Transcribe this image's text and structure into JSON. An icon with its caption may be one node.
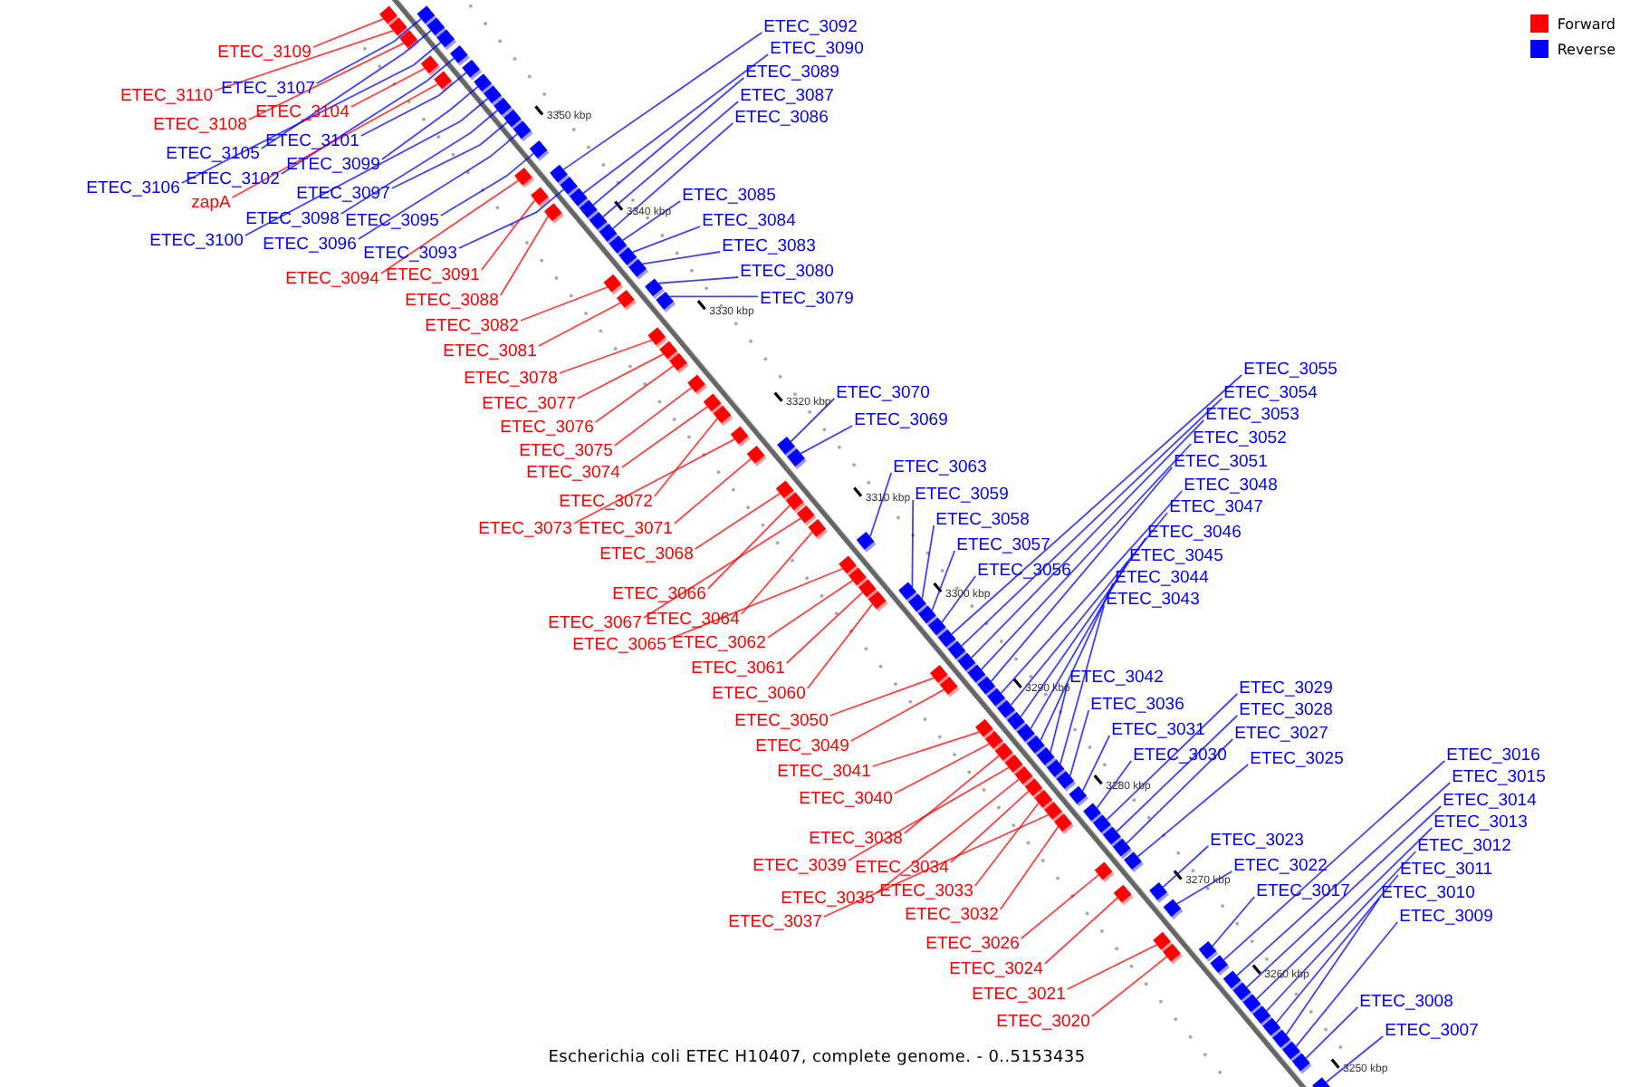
{
  "diagram": {
    "caption": "Escherichia coli ETEC H10407, complete genome. - 0..5153435",
    "nodes": [
      {
        "text": [
          "ETEC_3109"
        ]
      },
      {
        "text": [
          "ETEC_3107"
        ]
      },
      {
        "text": [
          "ETEC_3110"
        ]
      },
      {
        "text": [
          "ETEC_3104"
        ]
      },
      {
        "text": [
          "ETEC_3108"
        ]
      },
      {
        "text": [
          "ETEC_3101"
        ]
      },
      {
        "text": [
          "ETEC_3105"
        ]
      },
      {
        "text": [
          "ETEC_3099"
        ]
      },
      {
        "text": [
          "ETEC_3102"
        ]
      },
      {
        "text": [
          "ETEC_3106"
        ]
      },
      {
        "text": [
          "ETEC_3097"
        ]
      },
      {
        "text": [
          "zapA"
        ]
      },
      {
        "text": [
          "ETEC_3098"
        ]
      },
      {
        "text": [
          "ETEC_3095"
        ]
      },
      {
        "text": [
          "ETEC_3100"
        ]
      },
      {
        "text": [
          "ETEC_3096"
        ]
      },
      {
        "text": [
          "ETEC_3093"
        ]
      },
      {
        "text": [
          "ETEC_3091"
        ]
      },
      {
        "text": [
          "ETEC_3094"
        ]
      },
      {
        "text": [
          "ETEC_3088"
        ]
      },
      {
        "text": [
          "ETEC_3082"
        ]
      },
      {
        "text": [
          "ETEC_3081"
        ]
      },
      {
        "text": [
          "ETEC_3092"
        ]
      },
      {
        "text": [
          "ETEC_3090"
        ]
      },
      {
        "text": [
          "ETEC_3089"
        ]
      },
      {
        "text": [
          "ETEC_3087"
        ]
      },
      {
        "text": [
          "ETEC_3086"
        ]
      },
      {
        "text": [
          "ETEC_3085"
        ]
      },
      {
        "text": [
          "ETEC_3084"
        ]
      },
      {
        "text": [
          "ETEC_3083"
        ]
      },
      {
        "text": [
          "ETEC_3080"
        ]
      },
      {
        "text": [
          "ETEC_3079"
        ]
      },
      {
        "text": [
          "ETEC_3078"
        ]
      },
      {
        "text": [
          "ETEC_3077"
        ]
      },
      {
        "text": [
          "ETEC_3076"
        ]
      },
      {
        "text": [
          "ETEC_3075"
        ]
      },
      {
        "text": [
          "ETEC_3074"
        ]
      },
      {
        "text": [
          "ETEC_3072"
        ]
      },
      {
        "text": [
          "ETEC_3073"
        ]
      },
      {
        "text": [
          "ETEC_3071"
        ]
      },
      {
        "text": [
          "ETEC_3068"
        ]
      },
      {
        "text": [
          "ETEC_3066"
        ]
      },
      {
        "text": [
          "ETEC_3067"
        ]
      },
      {
        "text": [
          "ETEC_3064"
        ]
      },
      {
        "text": [
          "ETEC_3065"
        ]
      },
      {
        "text": [
          "ETEC_3062"
        ]
      },
      {
        "text": [
          "ETEC_3061"
        ]
      },
      {
        "text": [
          "ETEC_3060"
        ]
      },
      {
        "text": [
          "ETEC_3070"
        ]
      },
      {
        "text": [
          "ETEC_3069"
        ]
      },
      {
        "text": [
          "ETEC_3063"
        ]
      },
      {
        "text": [
          "ETEC_3059"
        ]
      },
      {
        "text": [
          "ETEC_3058"
        ]
      },
      {
        "text": [
          "ETEC_3057"
        ]
      },
      {
        "text": [
          "ETEC_3056"
        ]
      },
      {
        "text": [
          "ETEC_3055"
        ]
      },
      {
        "text": [
          "ETEC_3054"
        ]
      },
      {
        "text": [
          "ETEC_3053"
        ]
      },
      {
        "text": [
          "ETEC_3052"
        ]
      },
      {
        "text": [
          "ETEC_3051"
        ]
      },
      {
        "text": [
          "ETEC_3048"
        ]
      },
      {
        "text": [
          "ETEC_3047"
        ]
      },
      {
        "text": [
          "ETEC_3046"
        ]
      },
      {
        "text": [
          "ETEC_3045"
        ]
      },
      {
        "text": [
          "ETEC_3044"
        ]
      },
      {
        "text": [
          "ETEC_3043"
        ]
      },
      {
        "text": [
          "ETEC_3042"
        ]
      },
      {
        "text": [
          "ETEC_3036"
        ]
      },
      {
        "text": [
          "ETEC_3031"
        ]
      },
      {
        "text": [
          "ETEC_3030"
        ]
      },
      {
        "text": [
          "ETEC_3029"
        ]
      },
      {
        "text": [
          "ETEC_3028"
        ]
      },
      {
        "text": [
          "ETEC_3027"
        ]
      },
      {
        "text": [
          "ETEC_3025"
        ]
      },
      {
        "text": [
          "ETEC_3050"
        ]
      },
      {
        "text": [
          "ETEC_3049"
        ]
      },
      {
        "text": [
          "ETEC_3041"
        ]
      },
      {
        "text": [
          "ETEC_3040"
        ]
      },
      {
        "text": [
          "ETEC_3038"
        ]
      },
      {
        "text": [
          "ETEC_3039"
        ]
      },
      {
        "text": [
          "ETEC_3034"
        ]
      },
      {
        "text": [
          "ETEC_3035"
        ]
      },
      {
        "text": [
          "ETEC_3033"
        ]
      },
      {
        "text": [
          "ETEC_3037"
        ]
      },
      {
        "text": [
          "ETEC_3032"
        ]
      },
      {
        "text": [
          "ETEC_3026"
        ]
      },
      {
        "text": [
          "ETEC_3024"
        ]
      },
      {
        "text": [
          "ETEC_3021"
        ]
      },
      {
        "text": [
          "ETEC_3020"
        ]
      },
      {
        "text": [
          "ETEC_3023"
        ]
      },
      {
        "text": [
          "ETEC_3022"
        ]
      },
      {
        "text": [
          "ETEC_3017"
        ]
      },
      {
        "text": [
          "ETEC_3016"
        ]
      },
      {
        "text": [
          "ETEC_3015"
        ]
      },
      {
        "text": [
          "ETEC_3014"
        ]
      },
      {
        "text": [
          "ETEC_3013"
        ]
      },
      {
        "text": [
          "ETEC_3012"
        ]
      },
      {
        "text": [
          "ETEC_3011"
        ]
      },
      {
        "text": [
          "ETEC_3010"
        ]
      },
      {
        "text": [
          "ETEC_3009"
        ]
      },
      {
        "text": [
          "ETEC_3008"
        ]
      },
      {
        "text": [
          "ETEC_3007"
        ]
      },
      {
        "text": [],
        "shape": "box"
      },
      {
        "text": [],
        "shape": "box"
      },
      {
        "text": [],
        "shape": "box"
      },
      {
        "text": [],
        "shape": "box"
      },
      {
        "text": [],
        "shape": "box"
      },
      {
        "text": [],
        "shape": "box"
      },
      {
        "text": [],
        "shape": "box"
      },
      {
        "text": [],
        "shape": "box"
      },
      {
        "text": [],
        "shape": "box"
      },
      {
        "text": [],
        "shape": "box"
      },
      {
        "text": [],
        "shape": "box"
      },
      {
        "text": [],
        "shape": "box"
      },
      {
        "text": [],
        "shape": "box"
      },
      {
        "text": [],
        "shape": "box"
      },
      {
        "text": [],
        "shape": "box"
      },
      {
        "text": [],
        "shape": "box"
      },
      {
        "text": [],
        "shape": "box"
      },
      {
        "text": [],
        "shape": "box"
      },
      {
        "text": [],
        "shape": "box"
      },
      {
        "text": [],
        "shape": "box"
      },
      {
        "text": [],
        "shape": "box"
      },
      {
        "text": [],
        "shape": "box"
      },
      {
        "text": [],
        "shape": "box"
      },
      {
        "text": [],
        "shape": "box"
      },
      {
        "text": [],
        "shape": "box"
      },
      {
        "text": [],
        "shape": "box"
      },
      {
        "text": [],
        "shape": "box"
      },
      {
        "text": [],
        "shape": "box"
      },
      {
        "text": [],
        "shape": "box"
      },
      {
        "text": [],
        "shape": "box"
      },
      {
        "text": [],
        "shape": "box"
      },
      {
        "text": [],
        "shape": "box"
      },
      {
        "text": [],
        "shape": "box"
      },
      {
        "text": [],
        "shape": "box"
      },
      {
        "text": [],
        "shape": "box"
      },
      {
        "text": [],
        "shape": "box"
      },
      {
        "text": [],
        "shape": "box"
      },
      {
        "text": [],
        "shape": "box"
      },
      {
        "text": [],
        "shape": "box"
      },
      {
        "text": [],
        "shape": "box"
      },
      {
        "text": [],
        "shape": "box"
      },
      {
        "text": [],
        "shape": "box"
      },
      {
        "text": [],
        "shape": "box"
      },
      {
        "text": [],
        "shape": "box"
      },
      {
        "text": [],
        "shape": "box"
      },
      {
        "text": [],
        "shape": "box"
      },
      {
        "text": [],
        "shape": "box"
      },
      {
        "text": [],
        "shape": "box"
      },
      {
        "text": [],
        "shape": "box"
      },
      {
        "text": [],
        "shape": "box"
      },
      {
        "text": [],
        "shape": "box"
      },
      {
        "text": [],
        "shape": "box"
      },
      {
        "text": [],
        "shape": "box"
      },
      {
        "text": [],
        "shape": "box"
      },
      {
        "text": [],
        "shape": "box"
      },
      {
        "text": [],
        "shape": "box"
      },
      {
        "text": [],
        "shape": "box"
      },
      {
        "text": [],
        "shape": "box"
      },
      {
        "text": [],
        "shape": "box"
      },
      {
        "text": [],
        "shape": "box"
      },
      {
        "text": [],
        "shape": "box"
      },
      {
        "text": [],
        "shape": "box"
      },
      {
        "text": [],
        "shape": "box"
      },
      {
        "text": [],
        "shape": "box"
      },
      {
        "text": [],
        "shape": "box"
      },
      {
        "text": [],
        "shape": "box"
      },
      {
        "text": [],
        "shape": "box"
      },
      {
        "text": [],
        "shape": "box"
      },
      {
        "text": [],
        "shape": "box"
      },
      {
        "text": [],
        "shape": "box"
      },
      {
        "text": [],
        "shape": "box"
      },
      {
        "text": [],
        "shape": "box"
      },
      {
        "text": [],
        "shape": "box"
      },
      {
        "text": [],
        "shape": "box"
      },
      {
        "text": [],
        "shape": "box"
      },
      {
        "text": [],
        "shape": "box"
      },
      {
        "text": [],
        "shape": "box"
      },
      {
        "text": [],
        "shape": "box"
      },
      {
        "text": [],
        "shape": "box"
      },
      {
        "text": [],
        "shape": "box"
      },
      {
        "text": [],
        "shape": "box"
      },
      {
        "text": [],
        "shape": "box"
      },
      {
        "text": [],
        "shape": "box"
      },
      {
        "text": [],
        "shape": "box"
      },
      {
        "text": [],
        "shape": "box"
      },
      {
        "text": [],
        "shape": "box"
      },
      {
        "text": [],
        "shape": "box"
      },
      {
        "text": [],
        "shape": "box"
      },
      {
        "text": [],
        "shape": "box"
      },
      {
        "text": [],
        "shape": "box"
      },
      {
        "text": [],
        "shape": "box"
      },
      {
        "text": [],
        "shape": "box"
      },
      {
        "text": [],
        "shape": "box"
      },
      {
        "text": [],
        "shape": "box"
      },
      {
        "text": [],
        "shape": "box"
      },
      {
        "text": [],
        "shape": "box"
      },
      {
        "text": [],
        "shape": "box"
      },
      {
        "text": [],
        "shape": "box"
      },
      {
        "text": [],
        "shape": "box"
      },
      {
        "text": [],
        "shape": "box"
      },
      {
        "text": [],
        "shape": "box"
      },
      {
        "text": [],
        "shape": "box"
      }
    ],
    "edges": [
      {
        "from": 0,
        "to": 102,
        "arrow": "none",
        "color": "#ff0000"
      },
      {
        "from": 1,
        "to": 103,
        "arrow": "none"
      },
      {
        "from": 2,
        "to": 104,
        "arrow": "none",
        "color": "#ff0000"
      },
      {
        "from": 3,
        "to": 105,
        "arrow": "none",
        "color": "#ff0000"
      },
      {
        "from": 4,
        "to": 106,
        "arrow": "none",
        "color": "#ff0000"
      },
      {
        "from": 5,
        "to": 107,
        "arrow": "none"
      },
      {
        "from": 6,
        "to": 108,
        "arrow": "none"
      },
      {
        "from": 7,
        "to": 109,
        "arrow": "none"
      },
      {
        "from": 8,
        "to": 110,
        "arrow": "none"
      },
      {
        "from": 9,
        "to": 111,
        "arrow": "none"
      },
      {
        "from": 10,
        "to": 112,
        "arrow": "none"
      },
      {
        "from": 11,
        "to": 113,
        "arrow": "none",
        "color": "#ff0000"
      },
      {
        "from": 12,
        "to": 114,
        "arrow": "none"
      },
      {
        "from": 13,
        "to": 115,
        "arrow": "none"
      },
      {
        "from": 14,
        "to": 116,
        "arrow": "none"
      },
      {
        "from": 15,
        "to": 117,
        "arrow": "none"
      },
      {
        "from": 16,
        "to": 118,
        "arrow": "none"
      },
      {
        "from": 17,
        "to": 119,
        "arrow": "none",
        "color": "#ff0000"
      },
      {
        "from": 18,
        "to": 120,
        "arrow": "none",
        "color": "#ff0000"
      },
      {
        "from": 19,
        "to": 121,
        "arrow": "none",
        "color": "#ff0000"
      },
      {
        "from": 20,
        "to": 122,
        "arrow": "none",
        "color": "#ff0000"
      },
      {
        "from": 21,
        "to": 123,
        "arrow": "none",
        "color": "#ff0000"
      },
      {
        "from": 22,
        "to": 124,
        "arrow": "none"
      },
      {
        "from": 23,
        "to": 125,
        "arrow": "none"
      },
      {
        "from": 24,
        "to": 126,
        "arrow": "none"
      },
      {
        "from": 25,
        "to": 127,
        "arrow": "none"
      },
      {
        "from": 26,
        "to": 128,
        "arrow": "none"
      },
      {
        "from": 27,
        "to": 129,
        "arrow": "none"
      },
      {
        "from": 28,
        "to": 130,
        "arrow": "none"
      },
      {
        "from": 29,
        "to": 131,
        "arrow": "none"
      },
      {
        "from": 30,
        "to": 132,
        "arrow": "none"
      },
      {
        "from": 31,
        "to": 133,
        "arrow": "none"
      },
      {
        "from": 32,
        "to": 134,
        "arrow": "none",
        "color": "#ff0000"
      },
      {
        "from": 33,
        "to": 135,
        "arrow": "none",
        "color": "#ff0000"
      },
      {
        "from": 34,
        "to": 136,
        "arrow": "none",
        "color": "#ff0000"
      },
      {
        "from": 35,
        "to": 137,
        "arrow": "none",
        "color": "#ff0000"
      },
      {
        "from": 36,
        "to": 138,
        "arrow": "none",
        "color": "#ff0000"
      },
      {
        "from": 37,
        "to": 139,
        "arrow": "none",
        "color": "#ff0000"
      },
      {
        "from": 38,
        "to": 140,
        "arrow": "none",
        "color": "#ff0000"
      },
      {
        "from": 39,
        "to": 141,
        "arrow": "none",
        "color": "#ff0000"
      },
      {
        "from": 40,
        "to": 142,
        "arrow": "none",
        "color": "#ff0000"
      },
      {
        "from": 41,
        "to": 143,
        "arrow": "none",
        "color": "#ff0000"
      },
      {
        "from": 42,
        "to": 144,
        "arrow": "none",
        "color": "#ff0000"
      },
      {
        "from": 43,
        "to": 145,
        "arrow": "none",
        "color": "#ff0000"
      },
      {
        "from": 44,
        "to": 146,
        "arrow": "none",
        "color": "#ff0000"
      },
      {
        "from": 45,
        "to": 147,
        "arrow": "none",
        "color": "#ff0000"
      },
      {
        "from": 46,
        "to": 148,
        "arrow": "none",
        "color": "#ff0000"
      },
      {
        "from": 47,
        "to": 149,
        "arrow": "none",
        "color": "#ff0000"
      },
      {
        "from": 48,
        "to": 150,
        "arrow": "none"
      },
      {
        "from": 49,
        "to": 151,
        "arrow": "none"
      },
      {
        "from": 50,
        "to": 152,
        "arrow": "none"
      },
      {
        "from": 51,
        "to": 153,
        "arrow": "none"
      },
      {
        "from": 52,
        "to": 154,
        "arrow": "none"
      },
      {
        "from": 53,
        "to": 155,
        "arrow": "none"
      },
      {
        "from": 54,
        "to": 156,
        "arrow": "none"
      },
      {
        "from": 55,
        "to": 157,
        "arrow": "none"
      },
      {
        "from": 56,
        "to": 158,
        "arrow": "none"
      },
      {
        "from": 57,
        "to": 159,
        "arrow": "none"
      },
      {
        "from": 58,
        "to": 160,
        "arrow": "none"
      },
      {
        "from": 59,
        "to": 161,
        "arrow": "none"
      },
      {
        "from": 60,
        "to": 162,
        "arrow": "none"
      },
      {
        "from": 61,
        "to": 163,
        "arrow": "none"
      },
      {
        "from": 62,
        "to": 164,
        "arrow": "none"
      },
      {
        "from": 63,
        "to": 165,
        "arrow": "none"
      },
      {
        "from": 64,
        "to": 166,
        "arrow": "none"
      },
      {
        "from": 65,
        "to": 167,
        "arrow": "none"
      },
      {
        "from": 66,
        "to": 168,
        "arrow": "none"
      },
      {
        "from": 67,
        "to": 169,
        "arrow": "none"
      },
      {
        "from": 68,
        "to": 170,
        "arrow": "none"
      },
      {
        "from": 69,
        "to": 171,
        "arrow": "none"
      },
      {
        "from": 70,
        "to": 172,
        "arrow": "none"
      },
      {
        "from": 71,
        "to": 173,
        "arrow": "none"
      },
      {
        "from": 72,
        "to": 174,
        "arrow": "none"
      },
      {
        "from": 73,
        "to": 175,
        "arrow": "none"
      },
      {
        "from": 74,
        "to": 176,
        "arrow": "none",
        "color": "#ff0000"
      },
      {
        "from": 75,
        "to": 177,
        "arrow": "none",
        "color": "#ff0000"
      },
      {
        "from": 76,
        "to": 178,
        "arrow": "none",
        "color": "#ff0000"
      },
      {
        "from": 77,
        "to": 179,
        "arrow": "none",
        "color": "#ff0000"
      },
      {
        "from": 78,
        "to": 180,
        "arrow": "none",
        "color": "#ff0000"
      },
      {
        "from": 79,
        "to": 181,
        "arrow": "none",
        "color": "#ff0000"
      },
      {
        "from": 80,
        "to": 182,
        "arrow": "none",
        "color": "#ff0000"
      },
      {
        "from": 81,
        "to": 183,
        "arrow": "none",
        "color": "#ff0000"
      },
      {
        "from": 82,
        "to": 184,
        "arrow": "none",
        "color": "#ff0000"
      },
      {
        "from": 83,
        "to": 185,
        "arrow": "none",
        "color": "#ff0000"
      },
      {
        "from": 84,
        "to": 186,
        "arrow": "none",
        "color": "#ff0000"
      },
      {
        "from": 85,
        "to": 187,
        "arrow": "none",
        "color": "#ff0000"
      },
      {
        "from": 86,
        "to": 188,
        "arrow": "none",
        "color": "#ff0000"
      },
      {
        "from": 87,
        "to": 189,
        "arrow": "none",
        "color": "#ff0000"
      },
      {
        "from": 88,
        "to": 190,
        "arrow": "none",
        "color": "#ff0000"
      },
      {
        "from": 89,
        "to": 191,
        "arrow": "none"
      },
      {
        "from": 90,
        "to": 192,
        "arrow": "none"
      },
      {
        "from": 91,
        "to": 193,
        "arrow": "none"
      },
      {
        "from": 92,
        "to": 194,
        "arrow": "none"
      },
      {
        "from": 93,
        "to": 195,
        "arrow": "none"
      },
      {
        "from": 94,
        "to": 196,
        "arrow": "none"
      },
      {
        "from": 95,
        "to": 197,
        "arrow": "none"
      },
      {
        "from": 96,
        "to": 198,
        "arrow": "none"
      },
      {
        "from": 97,
        "to": 199,
        "arrow": "none"
      },
      {
        "from": 98,
        "to": 200,
        "arrow": "none"
      },
      {
        "from": 99,
        "to": 201,
        "arrow": "none"
      },
      {
        "from": 100,
        "to": 202,
        "arrow": "none"
      },
      {
        "from": 101,
        "to": 203,
        "arrow": "none"
      }
    ],
    "labels": [
      "3350 kbp",
      "3340 kbp",
      "3330 kbp",
      "3320 kbp",
      "3310 kbp",
      "3300 kbp",
      "3290 kbp",
      "3280 kbp",
      "3270 kbp",
      "3260 kbp",
      "3250 kbp"
    ],
    "legend": [
      {
        "text": "Forward",
        "color": "#ff0000"
      },
      {
        "text": "Reverse",
        "color": "#0000ff"
      }
    ]
  }
}
